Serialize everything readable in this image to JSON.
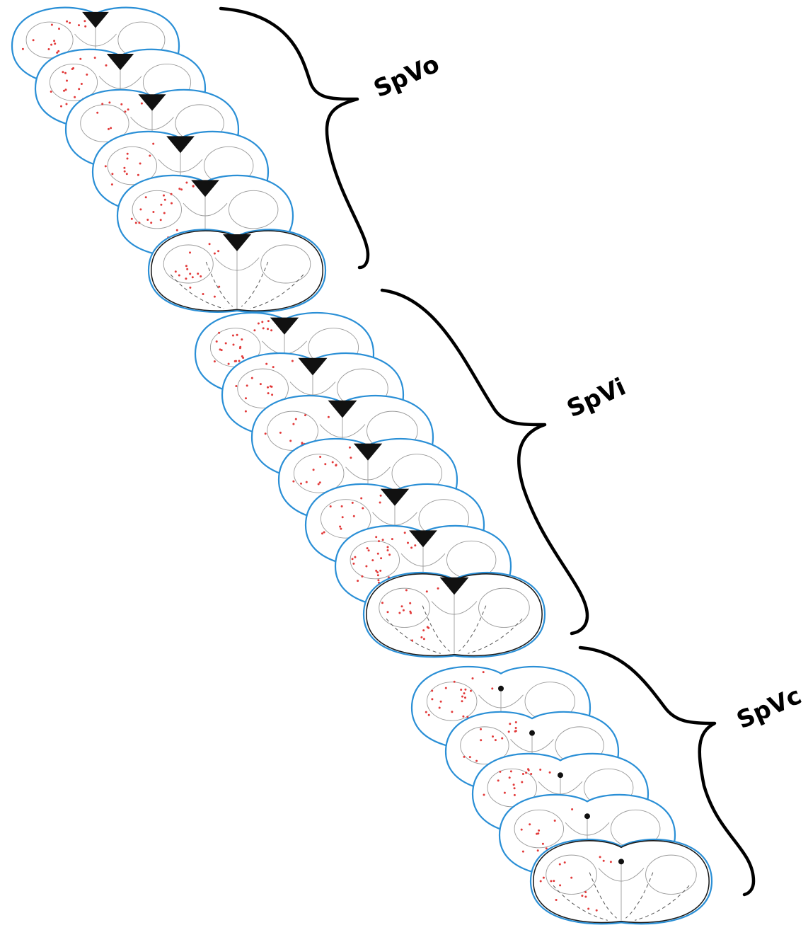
{
  "labels": {
    "spvo": "SpVo",
    "spvi": "SpVi",
    "spvc": "SpVc"
  },
  "colors": {
    "outline": "#2a8fd6",
    "cells": "#e23a3a",
    "ventricle": "#111111",
    "bracket": "#000000"
  },
  "groups": {
    "spvo": {
      "section_count": 6,
      "ventricle": "triangle"
    },
    "spvi": {
      "section_count": 7,
      "ventricle": "triangle"
    },
    "spvc": {
      "section_count": 5,
      "ventricle": "canal"
    }
  }
}
